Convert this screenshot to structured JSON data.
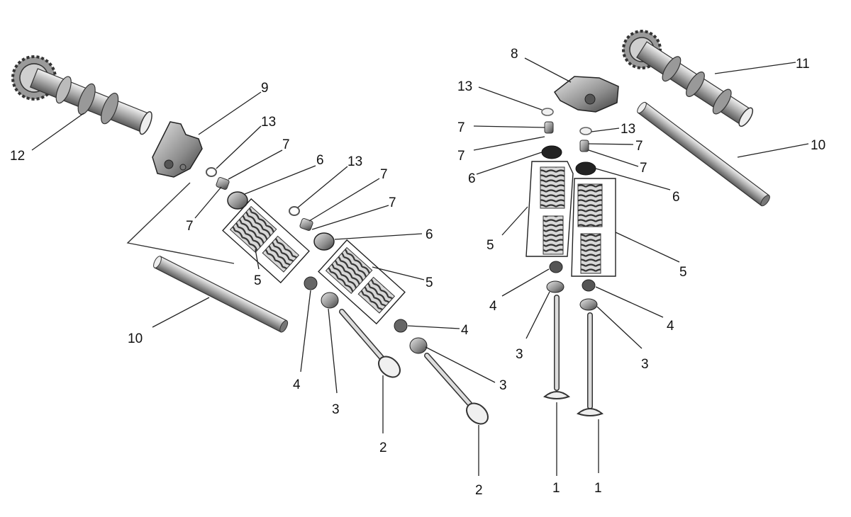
{
  "diagram": {
    "callouts": [
      "1",
      "1",
      "2",
      "2",
      "3",
      "3",
      "3",
      "3",
      "4",
      "4",
      "4",
      "4",
      "5",
      "5",
      "5",
      "5",
      "6",
      "6",
      "6",
      "6",
      "7",
      "7",
      "7",
      "7",
      "7",
      "7",
      "7",
      "7",
      "8",
      "9",
      "10",
      "10",
      "11",
      "12",
      "13",
      "13",
      "13",
      "13"
    ]
  },
  "colors": {
    "ink": "#222222",
    "metal_dark": "#555555",
    "metal_mid": "#8a8a8a",
    "metal_light": "#d4d4d4",
    "background": "#ffffff"
  }
}
